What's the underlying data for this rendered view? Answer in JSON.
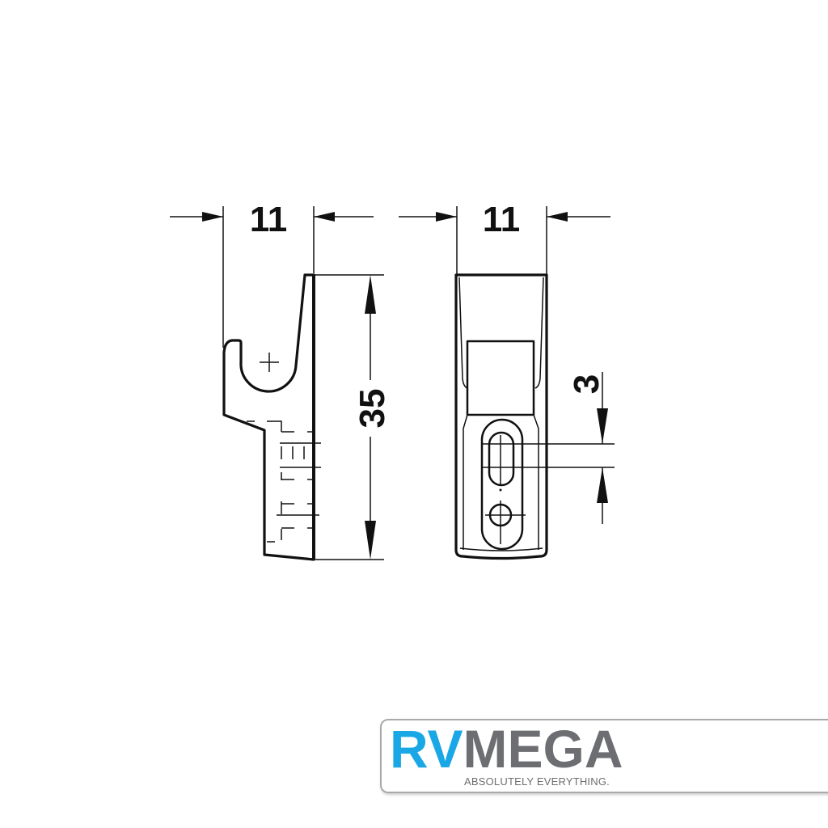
{
  "drawing": {
    "side_view": {
      "width_label": "11",
      "height_label": "35"
    },
    "front_view": {
      "width_label": "11",
      "slot_label": "3"
    }
  },
  "logo": {
    "brand_part1": "RV",
    "brand_part2": "MEGA",
    "tagline": "ABSOLUTELY EVERYTHING.",
    "colors": {
      "rv": "#1aa7e6",
      "mega": "#6d6e71"
    }
  }
}
